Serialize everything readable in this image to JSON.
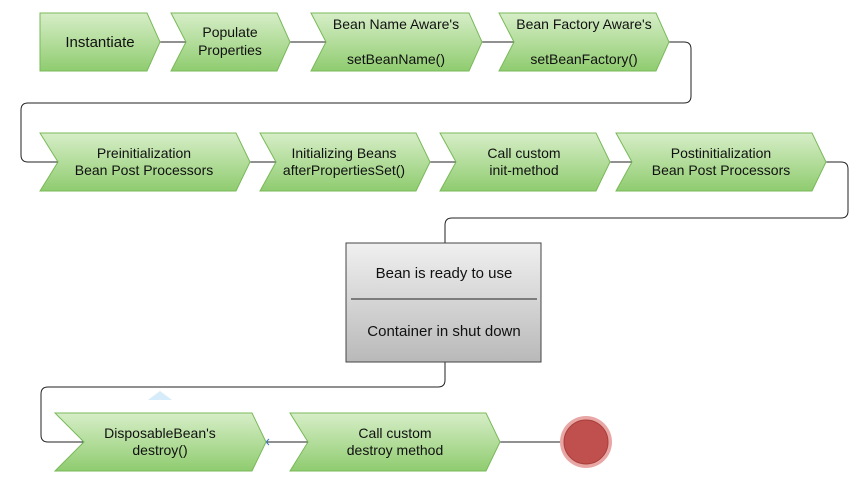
{
  "colors": {
    "step_fill_top": "#d7eec8",
    "step_fill_bottom": "#8fcc6f",
    "step_stroke": "#79b95a",
    "connector": "#222222",
    "box_fill_top": "#f0f0f0",
    "box_fill_bottom": "#b9b9b9",
    "box_stroke": "#444444",
    "end_fill": "#c0504d",
    "end_ring": "#e8a7a5"
  },
  "steps": {
    "instantiate": "Instantiate",
    "populate_properties": [
      "Populate",
      "Properties"
    ],
    "bean_name_aware": [
      "Bean Name Aware's",
      "setBeanName()"
    ],
    "bean_factory_aware": [
      "Bean Factory Aware's",
      "setBeanFactory()"
    ],
    "preinitialization": [
      "Preinitialization",
      "Bean Post Processors"
    ],
    "initializing_beans": [
      "Initializing Beans",
      "afterPropertiesSet()"
    ],
    "custom_init": [
      "Call custom",
      "init-method"
    ],
    "postinitialization": [
      "Postinitialization",
      "Bean Post Processors"
    ],
    "disposable_bean": [
      "DisposableBean's",
      "destroy()"
    ],
    "custom_destroy": [
      "Call custom",
      "destroy method"
    ]
  },
  "state_box": {
    "ready": "Bean is ready to use",
    "shutdown": "Container in shut down"
  }
}
